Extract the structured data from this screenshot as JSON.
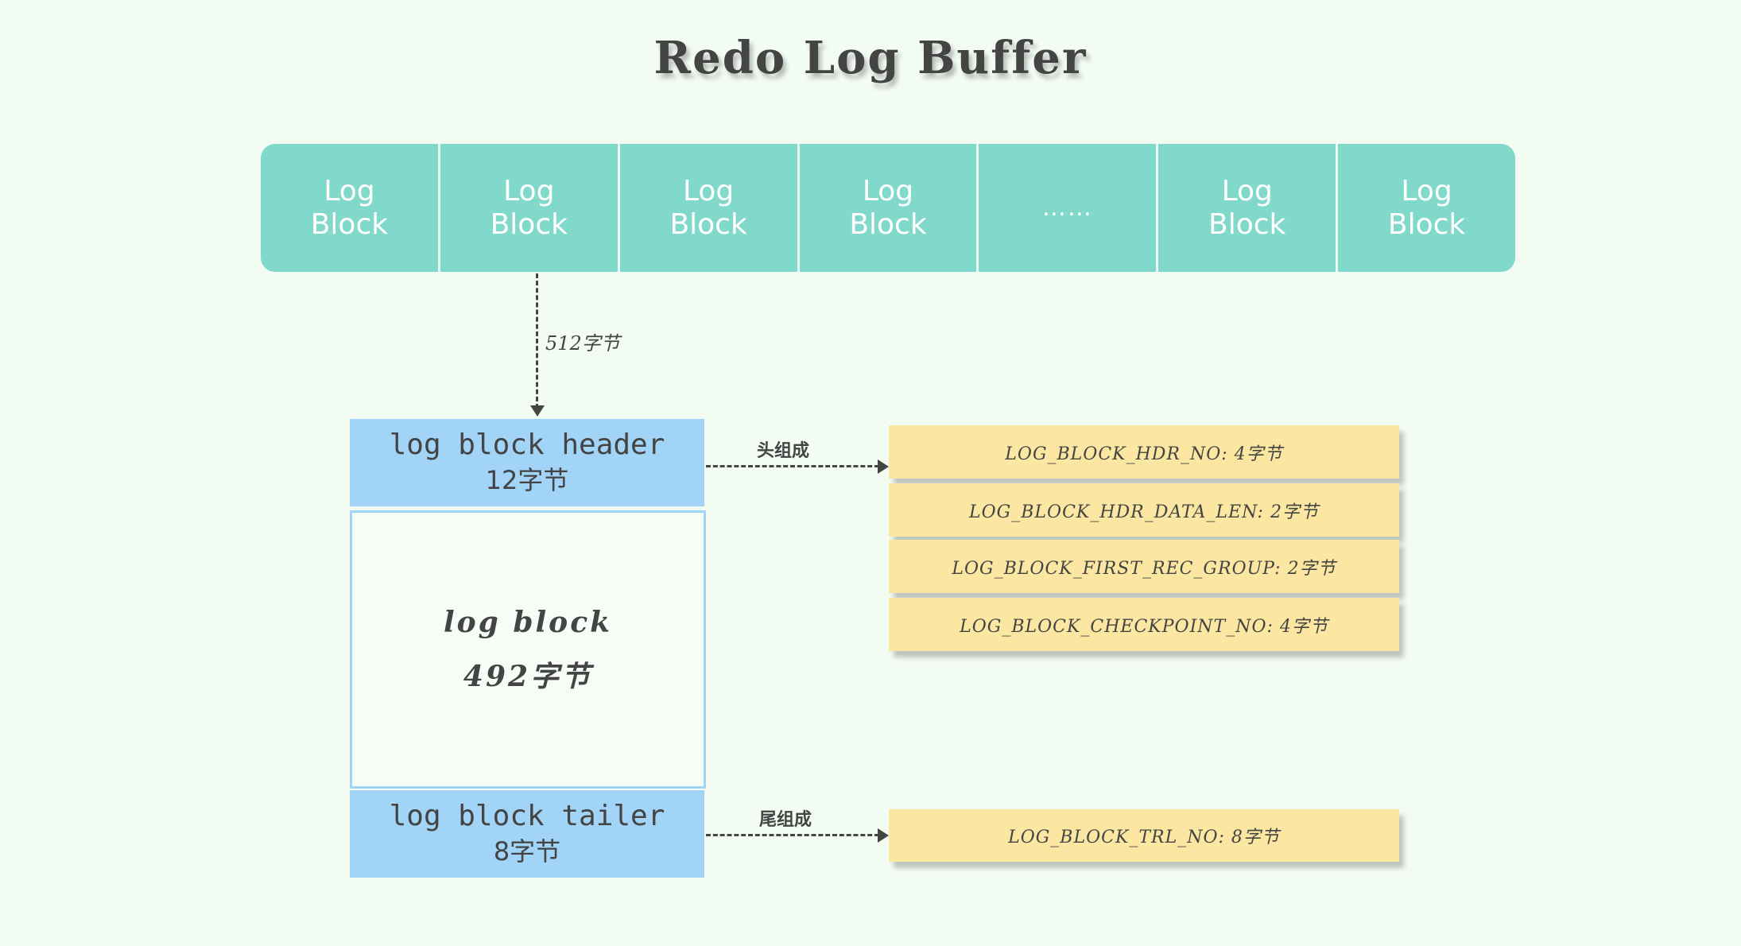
{
  "title": "Redo Log Buffer",
  "buffer": {
    "blocks": [
      {
        "line1": "Log",
        "line2": "Block"
      },
      {
        "line1": "Log",
        "line2": "Block"
      },
      {
        "line1": "Log",
        "line2": "Block"
      },
      {
        "line1": "Log",
        "line2": "Block"
      },
      {
        "line1": "……",
        "line2": ""
      },
      {
        "line1": "Log",
        "line2": "Block"
      },
      {
        "line1": "Log",
        "line2": "Block"
      }
    ]
  },
  "block_size_label": "512字节",
  "header": {
    "line1": "log block header",
    "line2": "12字节"
  },
  "body": {
    "line1": "log block",
    "line2": "492字节"
  },
  "tailer": {
    "line1": "log block tailer",
    "line2": "8字节"
  },
  "header_arrow_label": "头组成",
  "tailer_arrow_label": "尾组成",
  "header_fields": [
    "LOG_BLOCK_HDR_NO: 4字节",
    "LOG_BLOCK_HDR_DATA_LEN: 2字节",
    "LOG_BLOCK_FIRST_REC_GROUP: 2字节",
    "LOG_BLOCK_CHECKPOINT_NO: 4字节"
  ],
  "tailer_fields": [
    "LOG_BLOCK_TRL_NO: 8字节"
  ],
  "colors": {
    "background": "#f3fcf3",
    "buffer": "#80d9cb",
    "block_parts": "#a1d4f6",
    "fields": "#fbe7a1"
  }
}
